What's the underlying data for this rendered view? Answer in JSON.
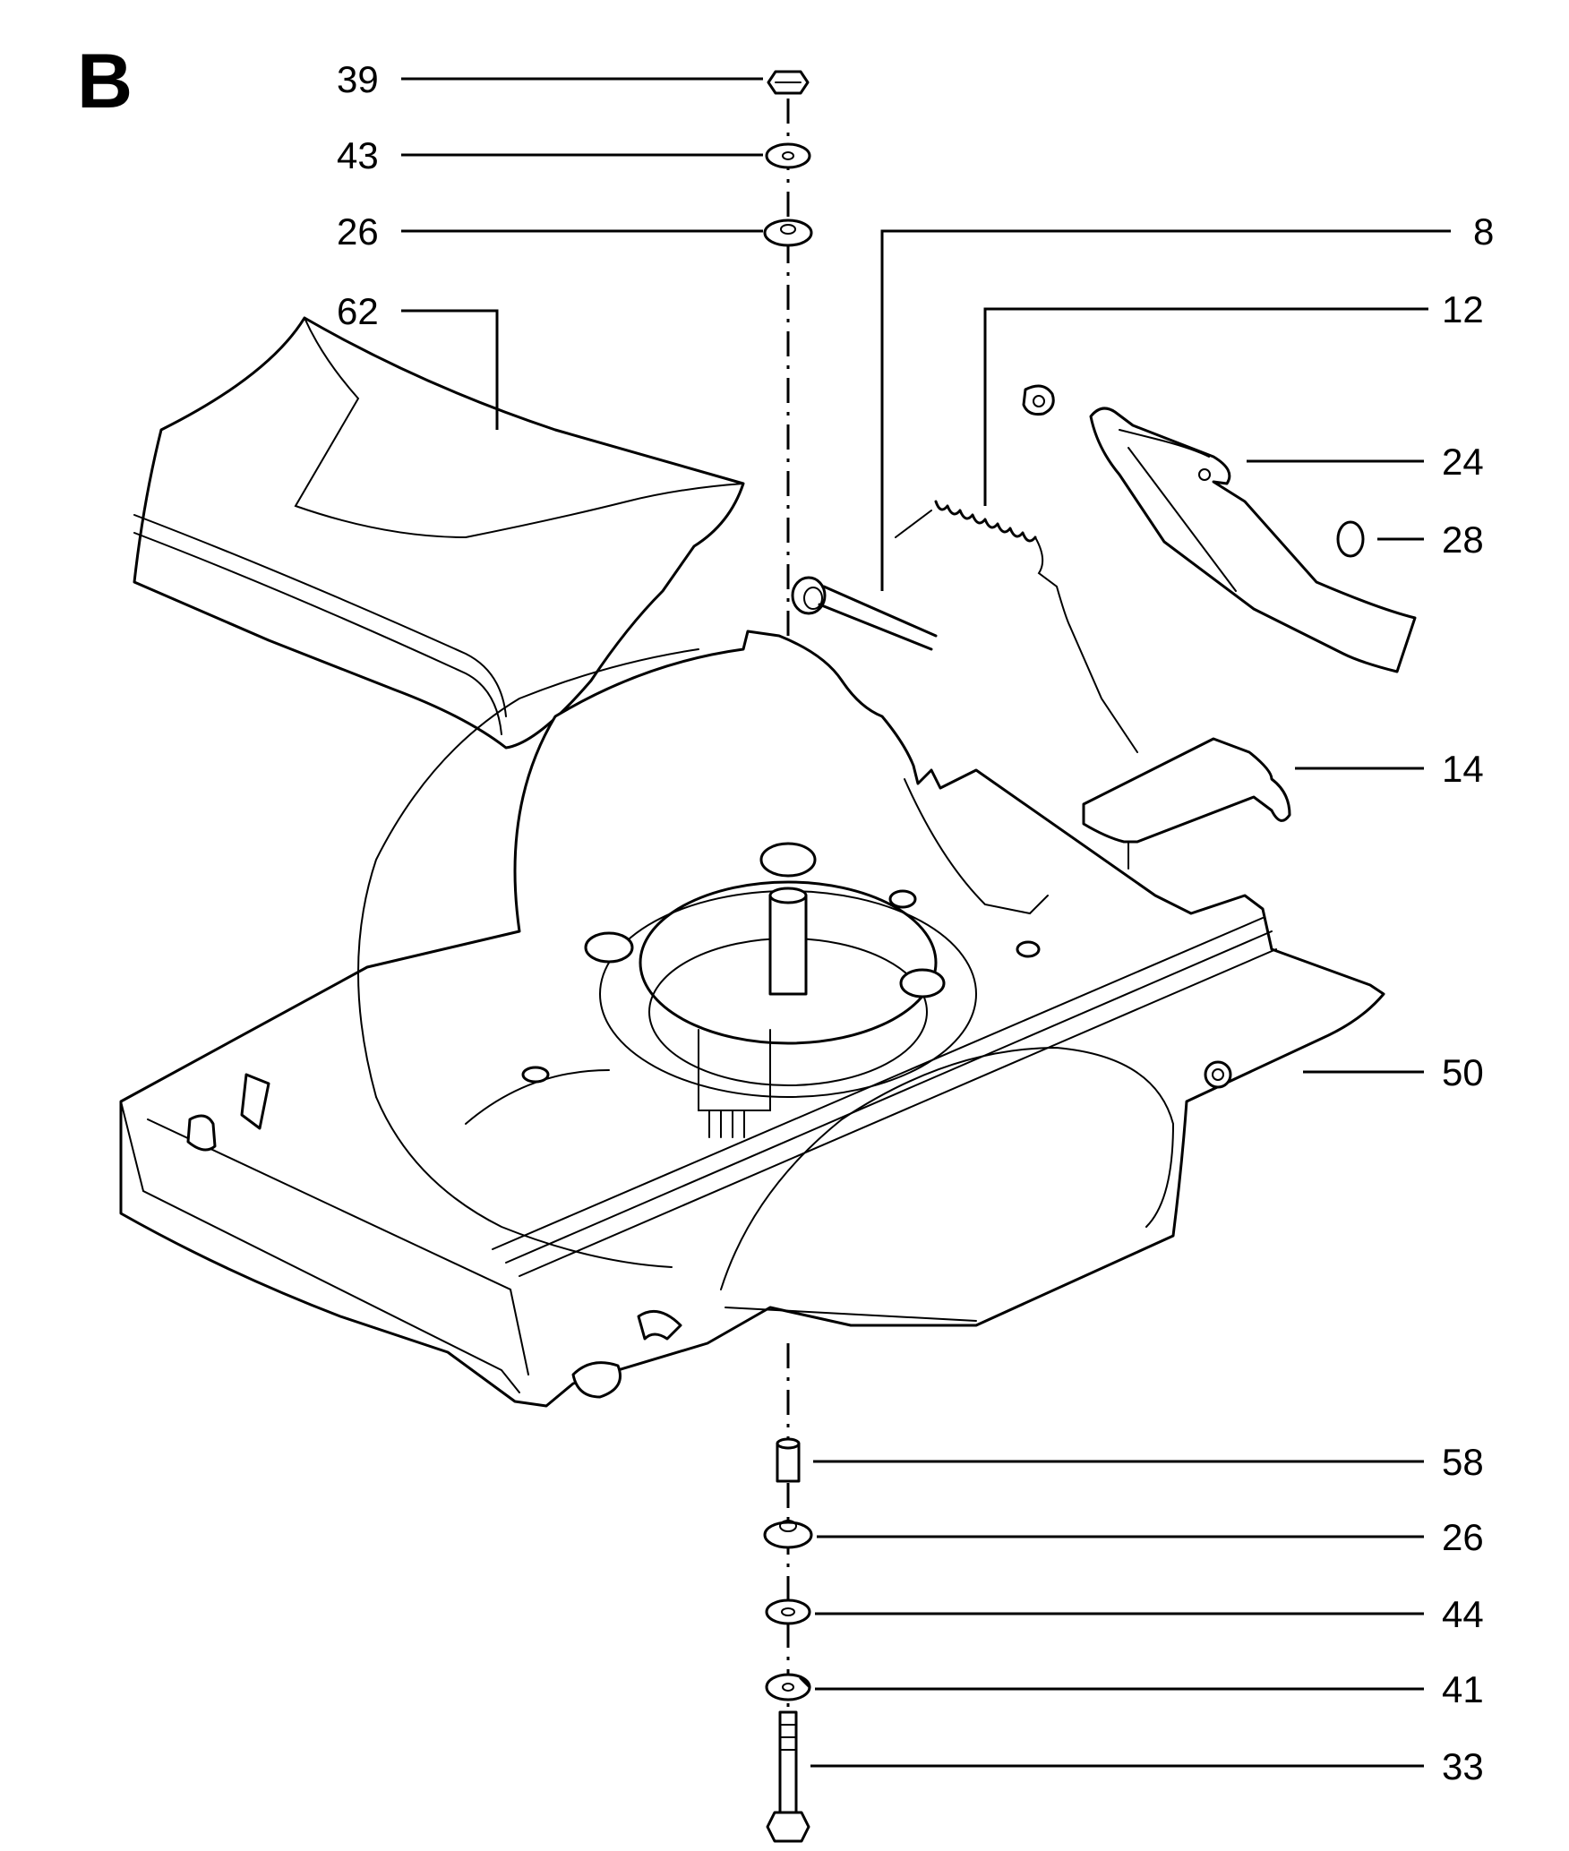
{
  "section_label": "B",
  "callouts": [
    {
      "id": "39",
      "label": "39"
    },
    {
      "id": "43",
      "label": "43"
    },
    {
      "id": "26a",
      "label": "26"
    },
    {
      "id": "62",
      "label": "62"
    },
    {
      "id": "8",
      "label": "8"
    },
    {
      "id": "12",
      "label": "12"
    },
    {
      "id": "24",
      "label": "24"
    },
    {
      "id": "28",
      "label": "28"
    },
    {
      "id": "14",
      "label": "14"
    },
    {
      "id": "50",
      "label": "50"
    },
    {
      "id": "58",
      "label": "58"
    },
    {
      "id": "26b",
      "label": "26"
    },
    {
      "id": "44",
      "label": "44"
    },
    {
      "id": "41",
      "label": "41"
    },
    {
      "id": "33",
      "label": "33"
    }
  ]
}
